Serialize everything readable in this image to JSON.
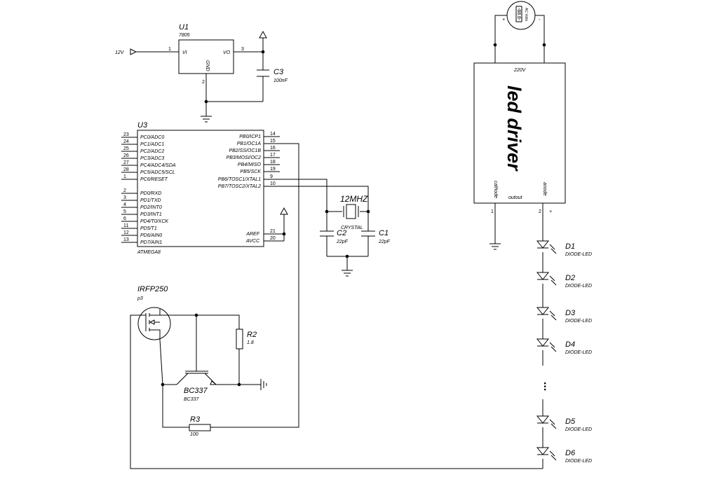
{
  "regulator": {
    "ref": "U1",
    "value": "7805",
    "pin_vi": "VI",
    "pin_vo": "VO",
    "pin_gnd": "GND",
    "pin1": "1",
    "pin2": "2",
    "pin3": "3"
  },
  "supply_label": "12V",
  "c3": {
    "ref": "C3",
    "value": "100nF"
  },
  "mcu": {
    "ref": "U3",
    "value": "ATMEGA8",
    "left_pins": [
      {
        "num": "23",
        "name": "PC0/ADC0"
      },
      {
        "num": "24",
        "name": "PC1/ADC1"
      },
      {
        "num": "25",
        "name": "PC2/ADC2"
      },
      {
        "num": "26",
        "name": "PC3/ADC3"
      },
      {
        "num": "27",
        "name": "PC4/ADC4/SDA"
      },
      {
        "num": "28",
        "name": "PC5/ADC5/SCL"
      },
      {
        "num": "1",
        "name": "PC6/RESET"
      },
      {
        "num": "2",
        "name": "PD0/RXD"
      },
      {
        "num": "3",
        "name": "PD1/TXD"
      },
      {
        "num": "4",
        "name": "PD2/INT0"
      },
      {
        "num": "5",
        "name": "PD3/INT1"
      },
      {
        "num": "6",
        "name": "PD4/T0/XCK"
      },
      {
        "num": "11",
        "name": "PD5/T1"
      },
      {
        "num": "12",
        "name": "PD6/AIN0"
      },
      {
        "num": "13",
        "name": "PD7/AIN1"
      }
    ],
    "right_pins_top": [
      {
        "num": "14",
        "name": "PB0/ICP1"
      },
      {
        "num": "15",
        "name": "PB1/OC1A"
      },
      {
        "num": "16",
        "name": "PB2/SS/OC1B"
      },
      {
        "num": "17",
        "name": "PB3/MOSI/OC2"
      },
      {
        "num": "18",
        "name": "PB4/MISO"
      },
      {
        "num": "19",
        "name": "PB5/SCK"
      },
      {
        "num": "9",
        "name": "PB6/TOSC1/XTAL1"
      },
      {
        "num": "10",
        "name": "PB7/TOSC2/XTAL2"
      }
    ],
    "right_pins_bottom": [
      {
        "num": "21",
        "name": "AREF"
      },
      {
        "num": "20",
        "name": "AVCC"
      }
    ]
  },
  "crystal": {
    "freq": "12MHZ",
    "label": "CRYSTAL"
  },
  "c1": {
    "ref": "C1",
    "value": "22pF"
  },
  "c2": {
    "ref": "C2",
    "value": "22pF"
  },
  "mosfet": {
    "ref": "IRFP250",
    "value": "p3"
  },
  "r2": {
    "ref": "R2",
    "value": "1.8"
  },
  "r3": {
    "ref": "R3",
    "value": "100"
  },
  "transistor": {
    "ref": "BC337",
    "value": "BC337"
  },
  "fan": {
    "label": "-88.8-",
    "unit": "AC Volts",
    "plus": "+",
    "minus": "-"
  },
  "driver": {
    "title": "led driver",
    "input": "220V",
    "output": "outout",
    "cathode": "cathode",
    "anode": "anode",
    "pin1": "1",
    "pin2": "2",
    "plus": "+"
  },
  "leds": [
    {
      "ref": "D1",
      "value": "DIODE-LED"
    },
    {
      "ref": "D2",
      "value": "DIODE-LED"
    },
    {
      "ref": "D3",
      "value": "DIODE-LED"
    },
    {
      "ref": "D4",
      "value": "DIODE-LED"
    },
    {
      "ref": "D5",
      "value": "DIODE-LED"
    },
    {
      "ref": "D6",
      "value": "DIODE-LED"
    }
  ],
  "ellipsis": "..."
}
